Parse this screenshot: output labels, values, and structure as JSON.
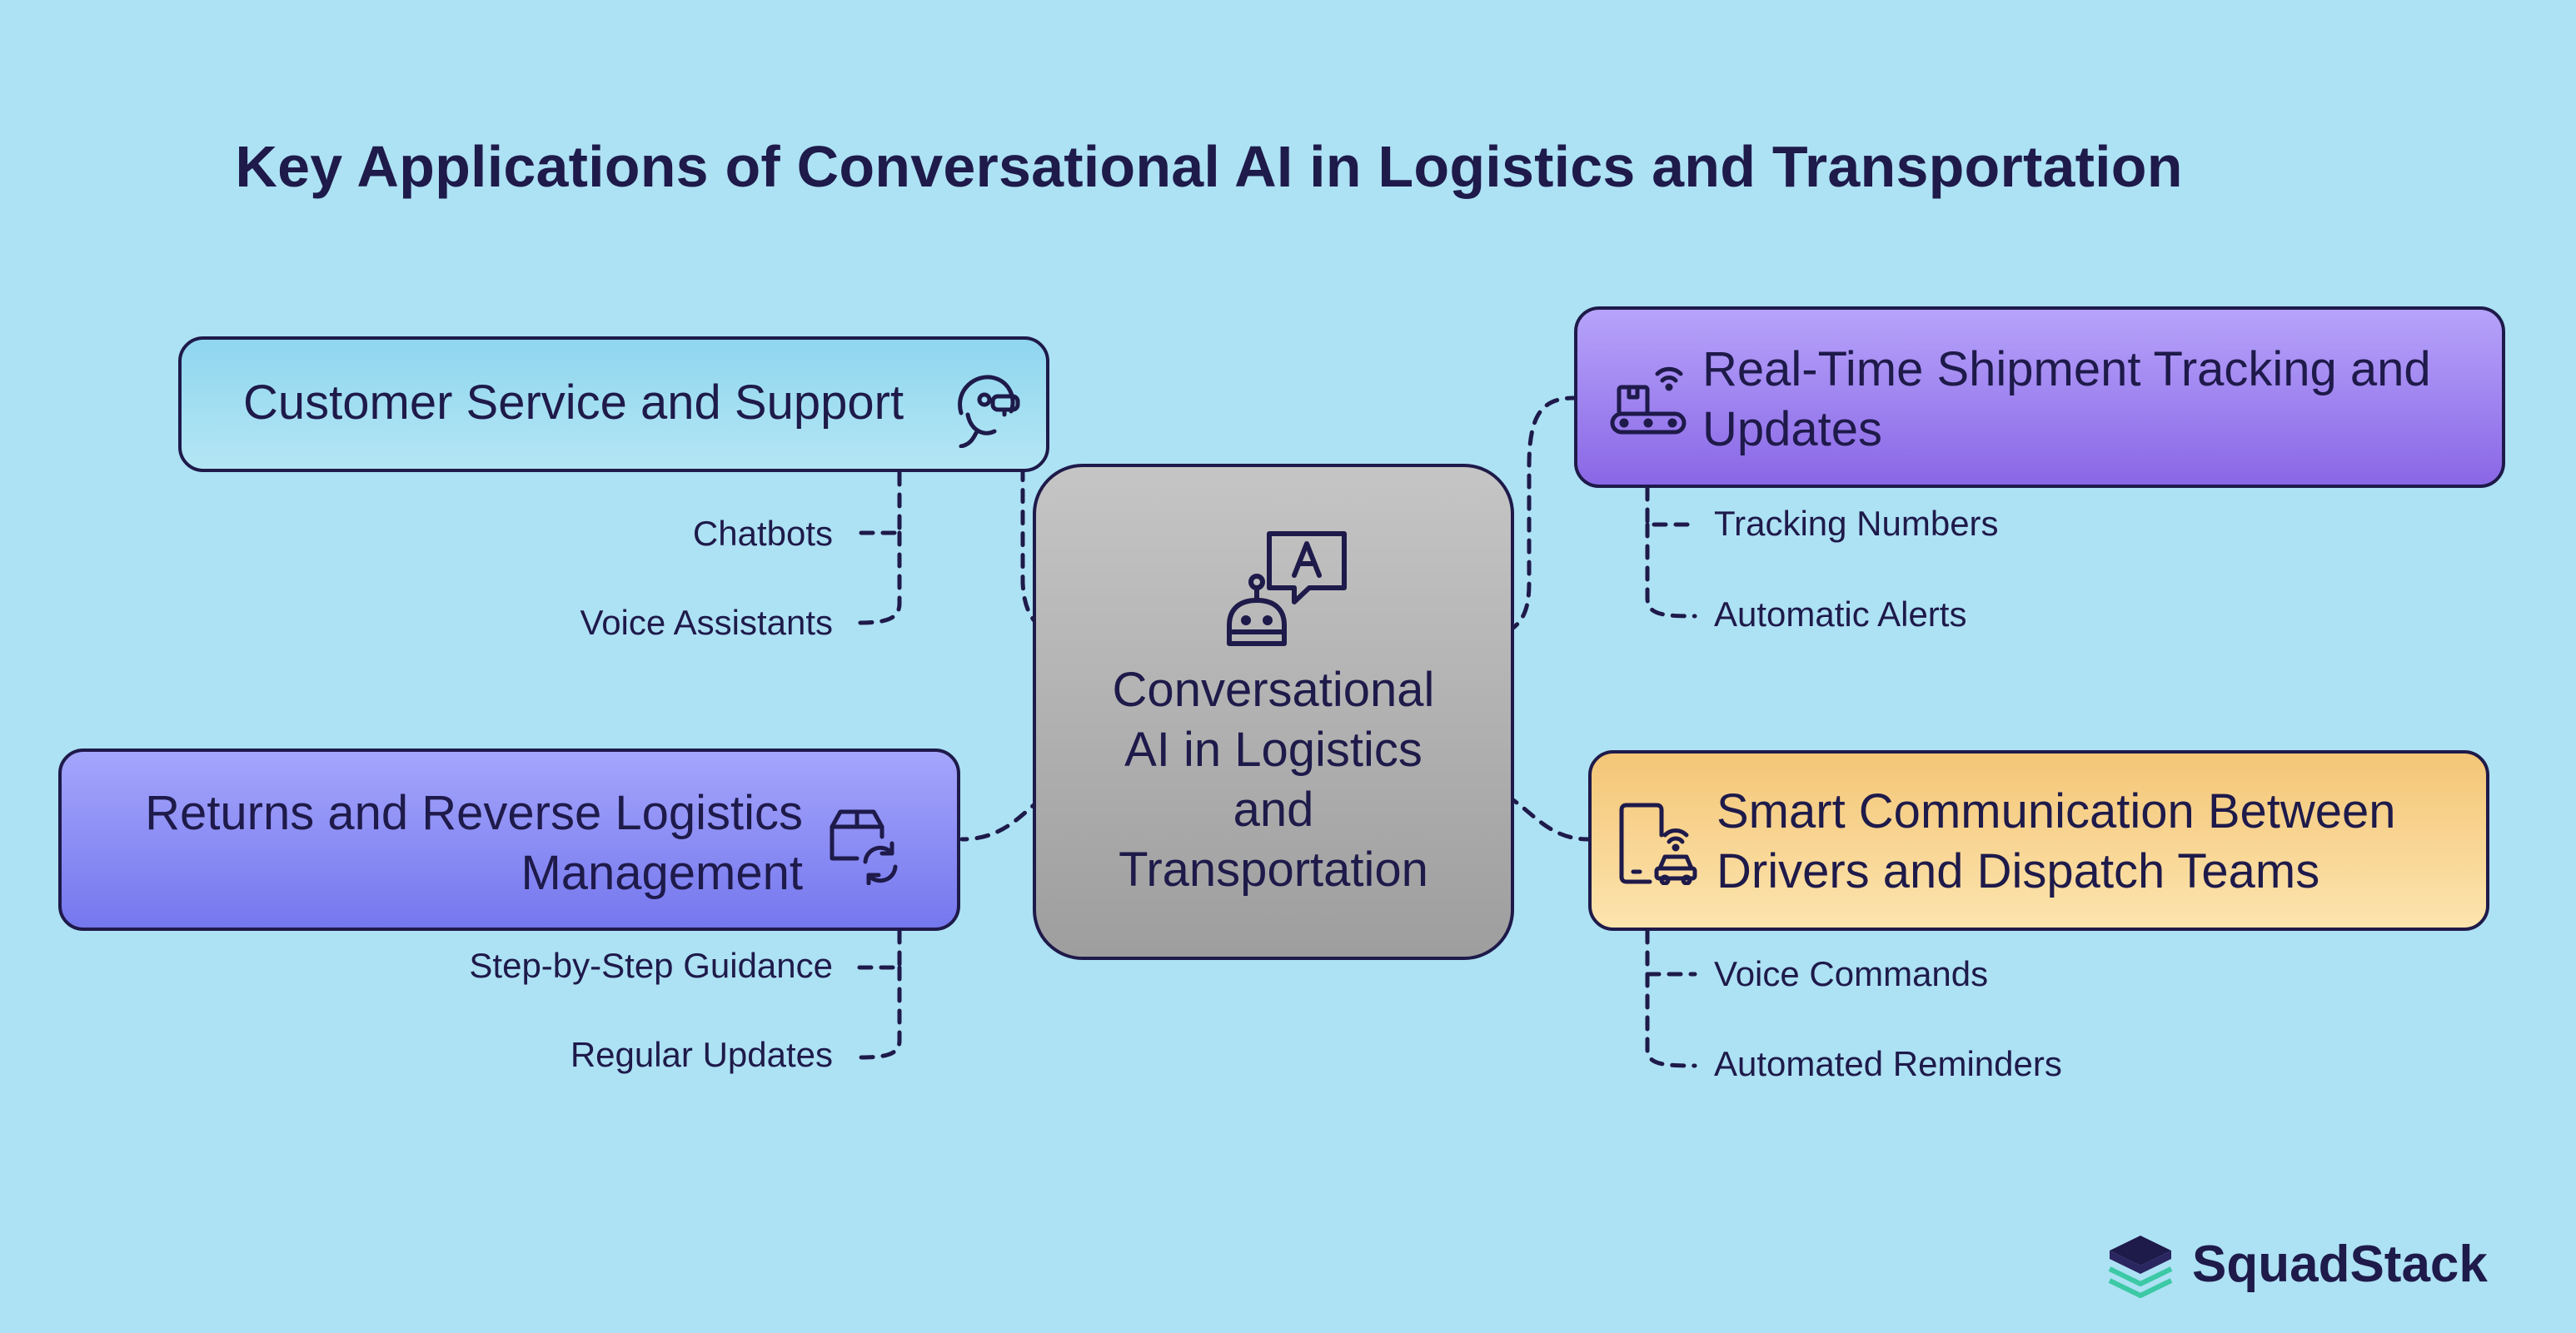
{
  "title": "Key Applications of Conversational AI in Logistics and Transportation",
  "center": {
    "lines": [
      "Conversational",
      "AI in Logistics",
      "and",
      "Transportation"
    ],
    "icon": "robot-chat-icon"
  },
  "branches": {
    "customer_service": {
      "label": "Customer Service and Support",
      "icon": "support-headset-icon",
      "items": [
        "Chatbots",
        "Voice Assistants"
      ]
    },
    "returns": {
      "lines": [
        "Returns and Reverse Logistics",
        "Management"
      ],
      "icon": "package-refresh-icon",
      "items": [
        "Step-by-Step Guidance",
        "Regular Updates"
      ]
    },
    "tracking": {
      "lines": [
        "Real-Time Shipment Tracking and",
        "Updates"
      ],
      "icon": "conveyor-wifi-icon",
      "items": [
        "Tracking Numbers",
        "Automatic Alerts"
      ]
    },
    "communication": {
      "lines": [
        "Smart Communication Between",
        "Drivers and Dispatch Teams"
      ],
      "icon": "phone-car-signal-icon",
      "items": [
        "Voice Commands",
        "Automated Reminders"
      ]
    }
  },
  "logo": {
    "text": "SquadStack",
    "icon": "stacked-layers-logo-icon"
  },
  "colors": {
    "background": "#ADE1F4",
    "ink": "#1E1A4A",
    "customer_service": "#A2DDF2",
    "returns": "#8B8CF4",
    "tracking": "#A385EF",
    "communication": "#F8D592",
    "center": "#B3B3B3",
    "logo_teal": "#3CC9A5"
  }
}
